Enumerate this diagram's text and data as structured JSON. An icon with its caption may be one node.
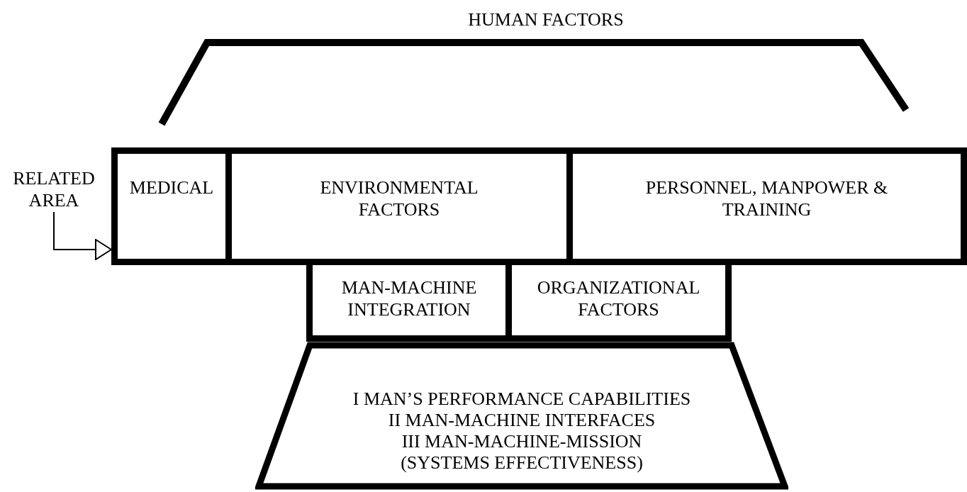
{
  "diagram": {
    "title": "HUMAN FACTORS",
    "nodes": [
      {
        "text": [
          "RELATED AREA"
        ]
      },
      {
        "text": [
          "MEDICAL"
        ]
      },
      {
        "text": [
          "ENVIRONMENTAL FACTORS"
        ]
      },
      {
        "text": [
          "PERSONNEL, MANPOWER & TRAINING"
        ]
      },
      {
        "text": [
          "MAN-MACHINE INTEGRATION"
        ]
      },
      {
        "text": [
          "ORGANIZATIONAL FACTORS"
        ]
      },
      {
        "text": [
          "I MAN’S PERFORMANCE CAPABILITIES",
          "II MAN-MACHINE INTERFACES",
          "III MAN-MACHINE-MISSION",
          "(SYSTEMS EFFECTIVENESS)"
        ]
      }
    ],
    "edges": [
      {
        "from": 0,
        "to": 1,
        "arrow": "to"
      }
    ]
  }
}
